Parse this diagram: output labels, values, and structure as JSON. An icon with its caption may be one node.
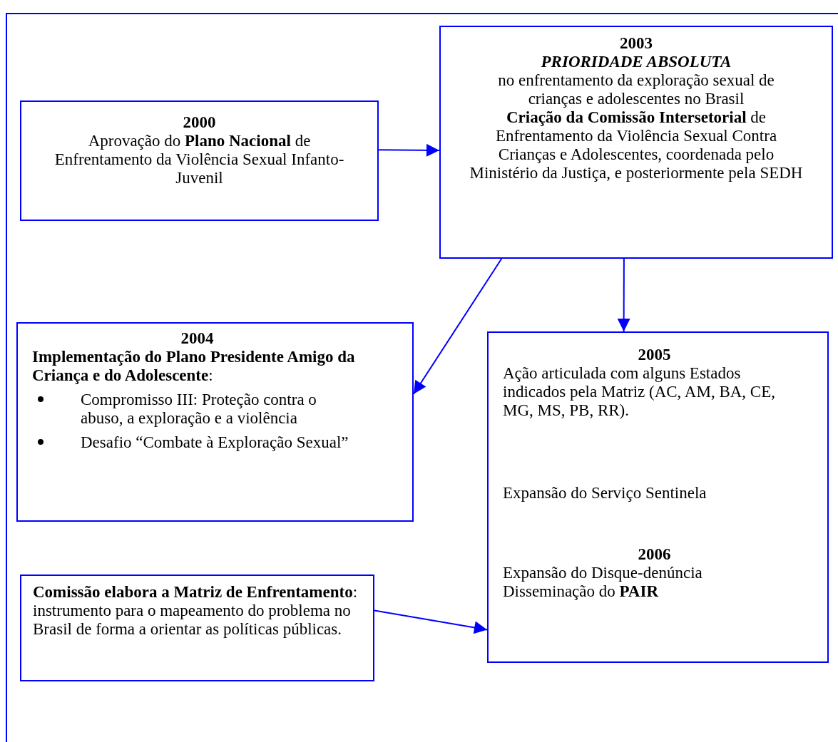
{
  "diagram": {
    "nodes": [
      {
        "text": [
          "2000",
          "Aprovação do **Plano Nacional** de Enfrentamento da Violência Sexual Infanto-Juvenil"
        ]
      },
      {
        "text": [
          "2003",
          "PRIORIDADE ABSOLUTA",
          "no enfrentamento da exploração sexual de crianças e adolescentes no Brasil",
          "**Criação da Comissão Intersetorial** de Enfrentamento da Violência Sexual Contra Crianças e Adolescentes, coordenada pelo Ministério da Justiça, e posteriormente pela SEDH"
        ]
      },
      {
        "text": [
          "2004",
          "**Implementação do Plano Presidente Amigo da Criança e do Adolescente**:",
          "Compromisso III: Proteção contra o abuso, a exploração e a violência",
          "Desafio “Combate à Exploração Sexual”"
        ]
      },
      {
        "text": [
          "2005",
          "Ação articulada com alguns Estados indicados pela Matriz (AC, AM, BA, CE, MG, MS, PB, RR).",
          "Expansão do Serviço Sentinela",
          "2006",
          "Expansão do Disque-denúncia",
          "Disseminação do **PAIR**"
        ]
      },
      {
        "text": [
          "**Comissão elabora a Matriz de Enfrentamento**:",
          "instrumento para o mapeamento do problema no Brasil de forma a orientar as políticas públicas."
        ]
      }
    ],
    "edges": [
      {
        "from": 0,
        "to": 1,
        "arrow": "to"
      },
      {
        "from": 1,
        "to": 2,
        "arrow": "to"
      },
      {
        "from": 1,
        "to": 3,
        "arrow": "to"
      },
      {
        "from": 4,
        "to": 3,
        "arrow": "to"
      }
    ]
  }
}
